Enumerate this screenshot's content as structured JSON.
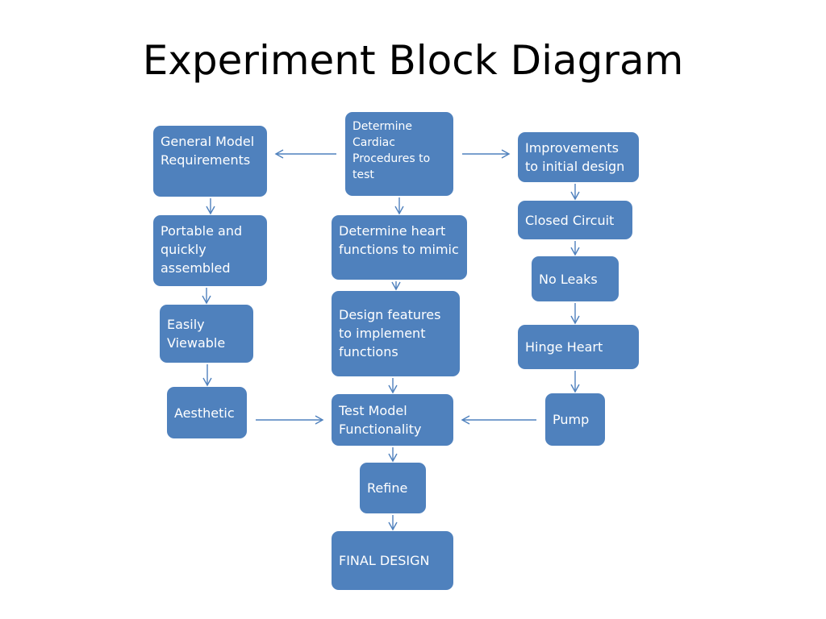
{
  "title": "Experiment Block Diagram",
  "diagram": {
    "nodes": {
      "determine_cardiac": "Determine Cardiac Procedures to test",
      "general_model": "General Model Requirements",
      "improvements": "Improvements to initial design",
      "portable": "Portable and quickly assembled",
      "easily_viewable": "Easily Viewable",
      "aesthetic": "Aesthetic",
      "determine_heart": "Determine heart functions to mimic",
      "design_features": "Design features to implement functions",
      "test_model": "Test Model Functionality",
      "refine": "Refine",
      "final_design": "FINAL DESIGN",
      "closed_circuit": "Closed Circuit",
      "no_leaks": "No Leaks",
      "hinge_heart": "Hinge Heart",
      "pump": "Pump"
    },
    "edges": [
      [
        "determine_cardiac",
        "general_model"
      ],
      [
        "determine_cardiac",
        "improvements"
      ],
      [
        "determine_cardiac",
        "determine_heart"
      ],
      [
        "general_model",
        "portable"
      ],
      [
        "portable",
        "easily_viewable"
      ],
      [
        "easily_viewable",
        "aesthetic"
      ],
      [
        "aesthetic",
        "test_model"
      ],
      [
        "determine_heart",
        "design_features"
      ],
      [
        "design_features",
        "test_model"
      ],
      [
        "test_model",
        "refine"
      ],
      [
        "refine",
        "final_design"
      ],
      [
        "improvements",
        "closed_circuit"
      ],
      [
        "closed_circuit",
        "no_leaks"
      ],
      [
        "no_leaks",
        "hinge_heart"
      ],
      [
        "hinge_heart",
        "pump"
      ],
      [
        "pump",
        "test_model"
      ]
    ],
    "colors": {
      "box_fill": "#4f81bd",
      "box_text": "#ffffff",
      "arrow": "#4f81bd"
    }
  }
}
